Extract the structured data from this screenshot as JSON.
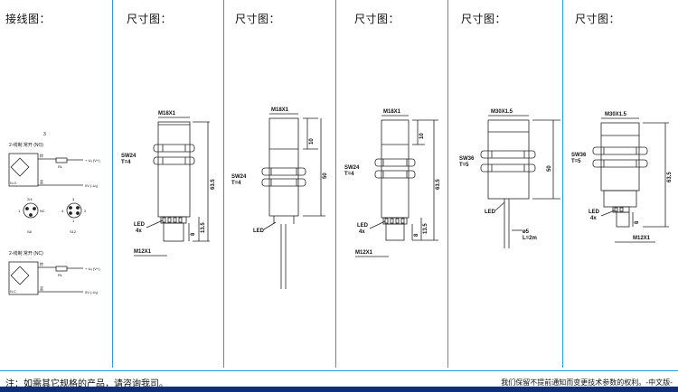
{
  "headers": {
    "wiring": "接线图：",
    "dim1": "尺寸图：",
    "dim2": "尺寸图：",
    "dim3": "尺寸图：",
    "dim4": "尺寸图：",
    "dim5": "尺寸图："
  },
  "wiring": {
    "top_number": "3",
    "no_title": "2-线制 常开 (NO)",
    "nc_title": "2-线制 常开 (NC)",
    "brown": "棕",
    "blue": "蓝",
    "brown_short": "棕",
    "blue_short": "蓝",
    "nc_brown": "棕",
    "nc_blue": "蓝",
    "vplus": "+ Uₔ (V+)",
    "vzero": "0V (-Uₔ)",
    "rl": "RL",
    "no_label": "N.O.",
    "nc_label": "N.C.",
    "s8": "S8",
    "s12": "S12",
    "pin_nc_top": "2/4",
    "pin_1": "1",
    "pin_nc_right": "NC",
    "pin_3_top": "3",
    "pin_4": "4",
    "pin_2": "2",
    "pin_1b": "1"
  },
  "dim1": {
    "thread": "M18X1",
    "sw": "SW24",
    "t": "T=4",
    "len": "63.5",
    "led": "LED",
    "led_n": "4x",
    "d135": "13.5",
    "d8": "8",
    "conn": "M12X1"
  },
  "dim2": {
    "thread": "M18X1",
    "sw": "SW24",
    "t": "T=4",
    "d10": "10",
    "d50": "50",
    "led": "LED"
  },
  "dim3": {
    "thread": "M18X1",
    "sw": "SW24",
    "t": "T=4",
    "d10": "10",
    "len": "63.5",
    "led": "LED",
    "led_n": "4x",
    "d135": "13.5",
    "d8": "8",
    "conn": "M12X1"
  },
  "dim4": {
    "thread": "M30X1.5",
    "sw": "SW36",
    "t": "T=5",
    "d50": "50",
    "led": "LED",
    "cable": "ø5",
    "cable_len": "L=2m"
  },
  "dim5": {
    "thread": "M30X1.5",
    "sw": "SW36",
    "t": "T=5",
    "len": "63.5",
    "led": "LED",
    "led_n": "4x",
    "d8": "8",
    "conn": "M12X1"
  },
  "footer": {
    "note": "注：如需其它规格的产品，请咨询我司。",
    "rights": "我们保留不提前通知而变更技术参数的权利。-中文版-"
  },
  "colors": {
    "divider": "#2a9fd6",
    "bar": "#0d2f7a"
  }
}
